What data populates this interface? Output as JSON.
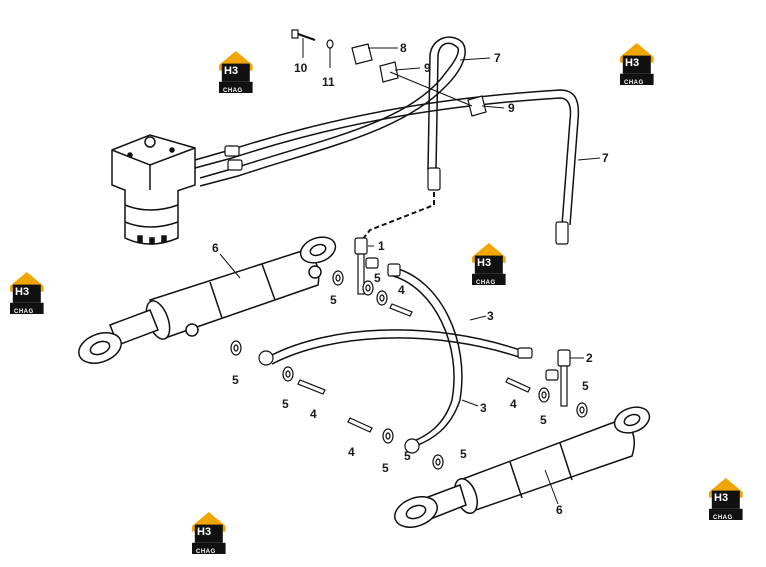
{
  "callouts": {
    "c1": "1",
    "c2": "2",
    "c3a": "3",
    "c3b": "3",
    "c4a": "4",
    "c4b": "4",
    "c4c": "4",
    "c4d": "4",
    "c5a": "5",
    "c5b": "5",
    "c5c": "5",
    "c5d": "5",
    "c5e": "5",
    "c5f": "5",
    "c5g": "5",
    "c5h": "5",
    "c5i": "5",
    "c6a": "6",
    "c6b": "6",
    "c7a": "7",
    "c7b": "7",
    "c8": "8",
    "c9a": "9",
    "c9b": "9",
    "c10": "10",
    "c11": "11"
  },
  "watermark": {
    "brand_top": "H3",
    "brand_sub": "CHAG",
    "color": "#f0a500",
    "dark": "#111111"
  }
}
